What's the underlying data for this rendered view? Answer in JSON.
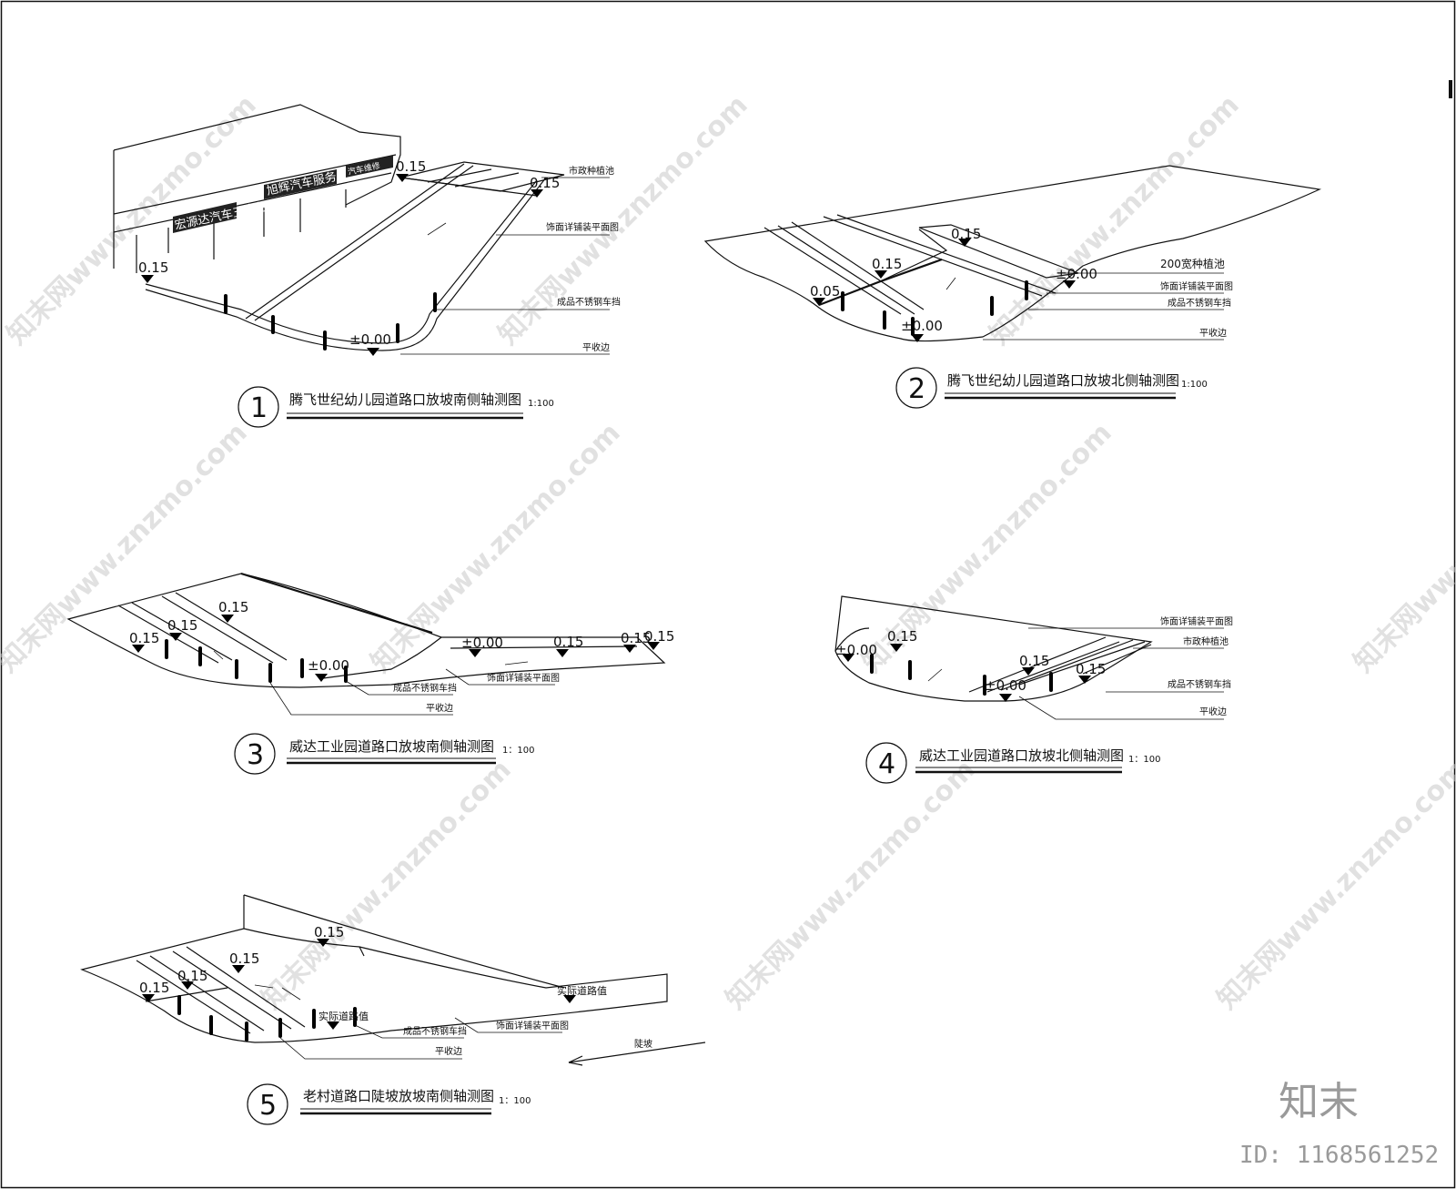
{
  "watermark": {
    "text": "知末网www.znzmo.com"
  },
  "brand": {
    "logo": "知末",
    "id_label": "ID: 1168561252"
  },
  "drawings": [
    {
      "number": "1",
      "title": "腾飞世纪幼儿园道路口放坡南侧轴测图",
      "scale": "1:100",
      "shop_signs": [
        "宏源达汽车五金行",
        "旭辉汽车服务",
        "汽车维修"
      ],
      "elevations": [
        "0.15",
        "0.15",
        "0.15",
        "±0.00"
      ],
      "callouts": [
        "市政种植池",
        "饰面详铺装平面图",
        "成品不锈钢车挡",
        "平收边"
      ]
    },
    {
      "number": "2",
      "title": "腾飞世纪幼儿园道路口放坡北侧轴测图",
      "scale": "1:100",
      "elevations": [
        "0.15",
        "0.15",
        "0.05",
        "±0.00",
        "±0.00"
      ],
      "callouts": [
        "200宽种植池",
        "饰面详铺装平面图",
        "成品不锈钢车挡",
        "平收边"
      ]
    },
    {
      "number": "3",
      "title": "威达工业园道路口放坡南侧轴测图",
      "scale": "1：100",
      "elevations": [
        "0.15",
        "0.15",
        "0.15",
        "±0.00",
        "±0.00",
        "0.15",
        "0.15",
        "0.15"
      ],
      "callouts": [
        "成品不锈钢车挡",
        "饰面详铺装平面图",
        "平收边"
      ]
    },
    {
      "number": "4",
      "title": "威达工业园道路口放坡北侧轴测图",
      "scale": "1：100",
      "elevations": [
        "±0.00",
        "0.15",
        "0.15",
        "0.15",
        "±0.00"
      ],
      "callouts": [
        "饰面详铺装平面图",
        "市政种植池",
        "成品不锈钢车挡",
        "平收边"
      ]
    },
    {
      "number": "5",
      "title": "老村道路口陡坡放坡南侧轴测图",
      "scale": "1：100",
      "elevations": [
        "0.15",
        "0.15",
        "0.15",
        "0.15",
        "实际道路值",
        "实际道路值"
      ],
      "callouts": [
        "成品不锈钢车挡",
        "饰面详铺装平面图",
        "平收边"
      ],
      "slope_label": "陡坡"
    }
  ]
}
